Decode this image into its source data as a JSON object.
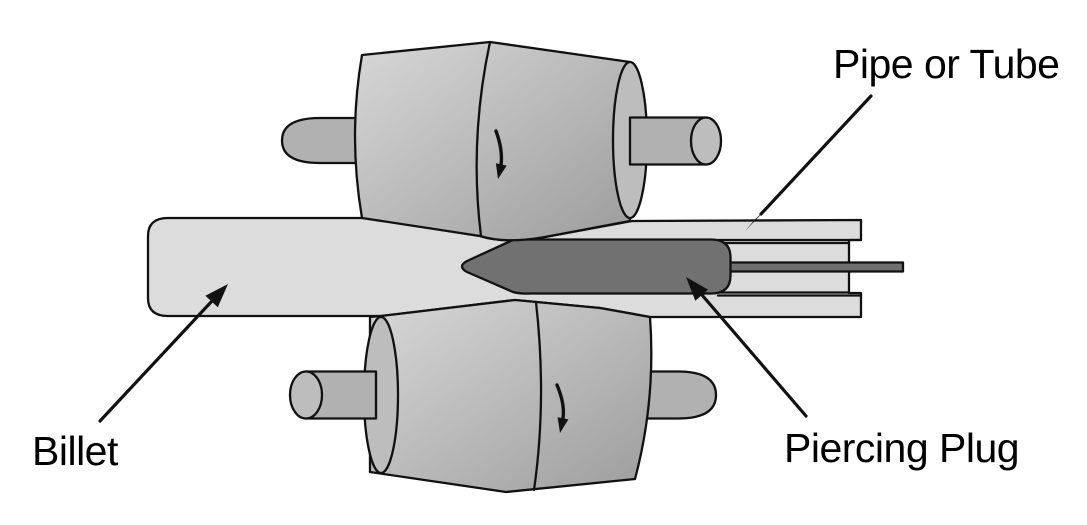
{
  "diagram": {
    "labels": {
      "pipe_or_tube": "Pipe or Tube",
      "billet": "Billet",
      "piercing_plug": "Piercing Plug"
    },
    "icons": {
      "rotation_arrow_glyph": "↓",
      "pointer_arrow_glyph": "➤"
    },
    "colors": {
      "background": "#ffffff",
      "outline": "#111111",
      "billet_fill": "#dcdcdc",
      "plug_fill": "#717171",
      "rod_fill": "#6f6f6f",
      "roller_face_fill": "#bdbdbd",
      "axle_fill": "#b1b1b1",
      "roller_gradient_light": "#d7d7d7",
      "roller_gradient_dark": "#9d9d9d"
    }
  }
}
